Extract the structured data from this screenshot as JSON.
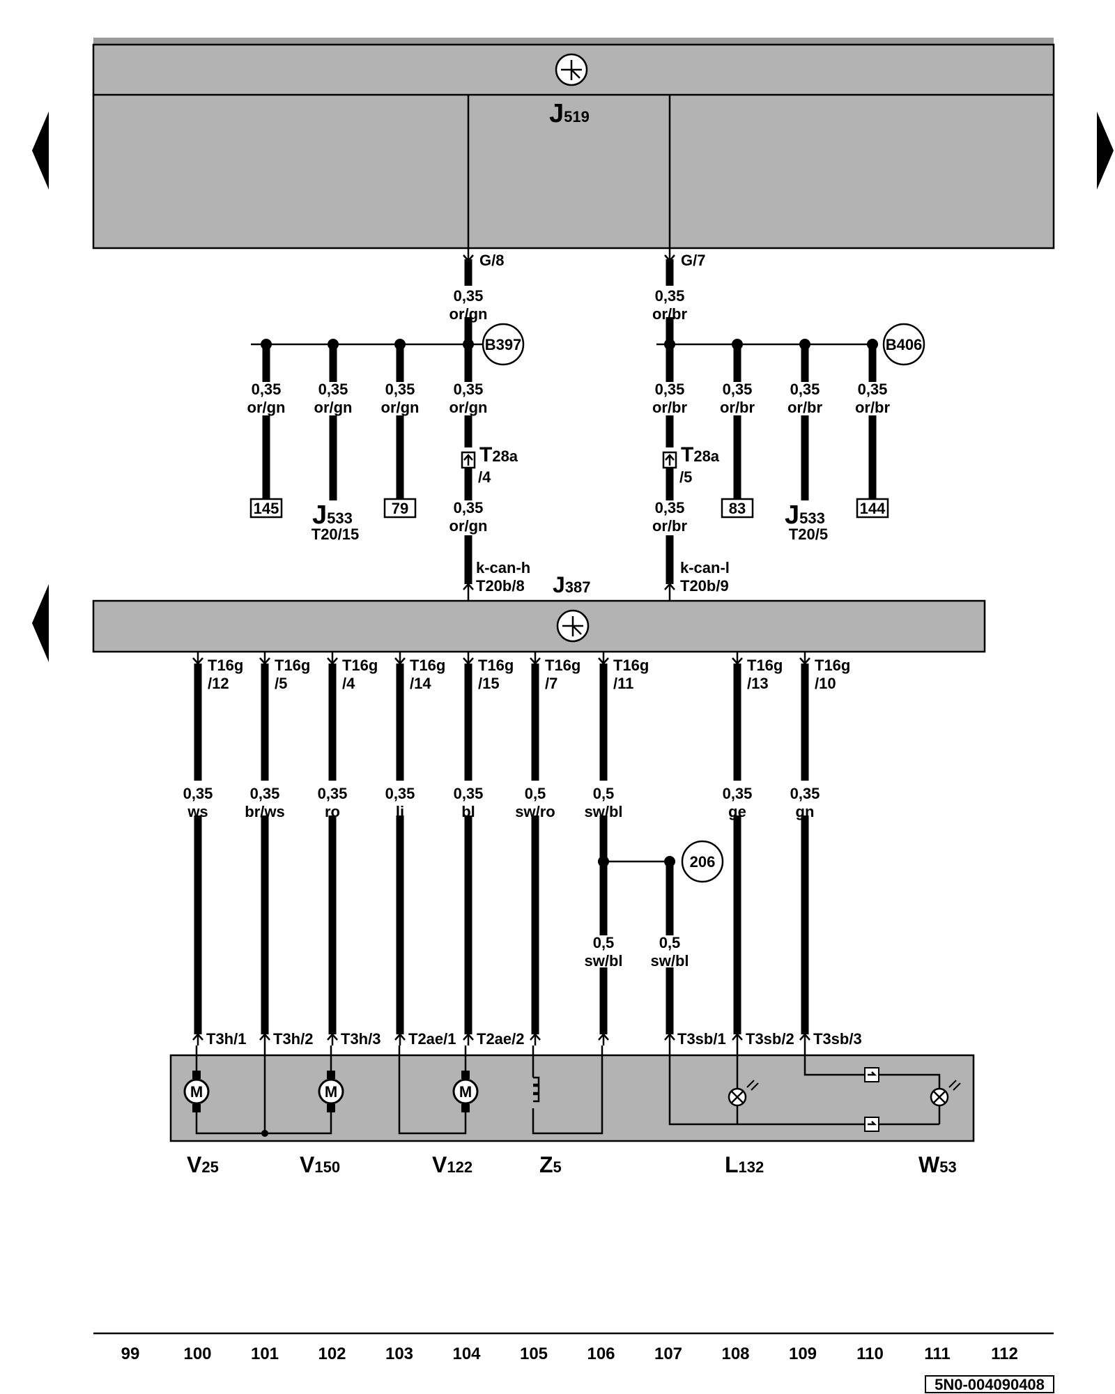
{
  "top_module": {
    "letter": "J",
    "num": "519"
  },
  "mid_module": {
    "letter": "J",
    "num": "387"
  },
  "top_pins": {
    "left": "G/8",
    "right": "G/7"
  },
  "can_top": {
    "left": {
      "size": "0,35",
      "color": "or/gn"
    },
    "right": {
      "size": "0,35",
      "color": "or/br"
    }
  },
  "splices": {
    "left": "B397",
    "right": "B406"
  },
  "left_branches": [
    {
      "size": "0,35",
      "color": "or/gn",
      "ref": "145"
    },
    {
      "size": "0,35",
      "color": "or/gn",
      "ref_letter": "J",
      "ref_num": "533",
      "ref_sub": "T20/15"
    },
    {
      "size": "0,35",
      "color": "or/gn",
      "ref": "79"
    },
    {
      "size": "0,35",
      "color": "or/gn"
    }
  ],
  "right_branches": [
    {
      "size": "0,35",
      "color": "or/br"
    },
    {
      "size": "0,35",
      "color": "or/br",
      "ref": "83"
    },
    {
      "size": "0,35",
      "color": "or/br",
      "ref_letter": "J",
      "ref_num": "533",
      "ref_sub": "T20/5"
    },
    {
      "size": "0,35",
      "color": "or/br",
      "ref": "144"
    }
  ],
  "connectors": {
    "left": {
      "name": "T",
      "num": "28a",
      "pin": "/4"
    },
    "right": {
      "name": "T",
      "num": "28a",
      "pin": "/5"
    }
  },
  "can_lower": {
    "left": {
      "size": "0,35",
      "color": "or/gn",
      "signal": "k-can-h",
      "pin": "T20b/8"
    },
    "right": {
      "size": "0,35",
      "color": "or/br",
      "signal": "k-can-l",
      "pin": "T20b/9"
    }
  },
  "lower_wires": [
    {
      "pin_a": "T16g",
      "pin_b": "/12",
      "size": "0,35",
      "color": "ws",
      "end": "T3h/1"
    },
    {
      "pin_a": "T16g",
      "pin_b": "/5",
      "size": "0,35",
      "color": "br/ws",
      "end": "T3h/2"
    },
    {
      "pin_a": "T16g",
      "pin_b": "/4",
      "size": "0,35",
      "color": "ro",
      "end": "T3h/3"
    },
    {
      "pin_a": "T16g",
      "pin_b": "/14",
      "size": "0,35",
      "color": "li",
      "end": "T2ae/1"
    },
    {
      "pin_a": "T16g",
      "pin_b": "/15",
      "size": "0,35",
      "color": "bl",
      "end": "T2ae/2"
    },
    {
      "pin_a": "T16g",
      "pin_b": "/7",
      "size": "0,5",
      "color": "sw/ro",
      "end": ""
    },
    {
      "pin_a": "T16g",
      "pin_b": "/11",
      "size": "0,5",
      "color": "sw/bl",
      "end": ""
    },
    {
      "pin_a": "T16g",
      "pin_b": "/13",
      "size": "0,35",
      "color": "ge",
      "end": "T3sb/2"
    },
    {
      "pin_a": "T16g",
      "pin_b": "/10",
      "size": "0,35",
      "color": "gn",
      "end": "T3sb/3"
    }
  ],
  "ground_splice": {
    "ref": "206",
    "left_wire": {
      "size": "0,5",
      "color": "sw/bl"
    },
    "right_wire": {
      "size": "0,5",
      "color": "sw/bl",
      "end": "T3sb/1"
    }
  },
  "components": [
    {
      "letter": "V",
      "num": "25"
    },
    {
      "letter": "V",
      "num": "150"
    },
    {
      "letter": "V",
      "num": "122"
    },
    {
      "letter": "Z",
      "num": "5"
    },
    {
      "letter": "L",
      "num": "132"
    },
    {
      "letter": "W",
      "num": "53"
    }
  ],
  "motor_symbol": "M",
  "footer": {
    "numbers": [
      "99",
      "100",
      "101",
      "102",
      "103",
      "104",
      "105",
      "106",
      "107",
      "108",
      "109",
      "110",
      "111",
      "112"
    ],
    "code": "5N0-004090408"
  },
  "icons": [
    "arrow-left-icon",
    "arrow-right-icon",
    "bus-symbol-icon",
    "motor-icon",
    "heater-icon",
    "lamp-icon",
    "connector-icon"
  ]
}
